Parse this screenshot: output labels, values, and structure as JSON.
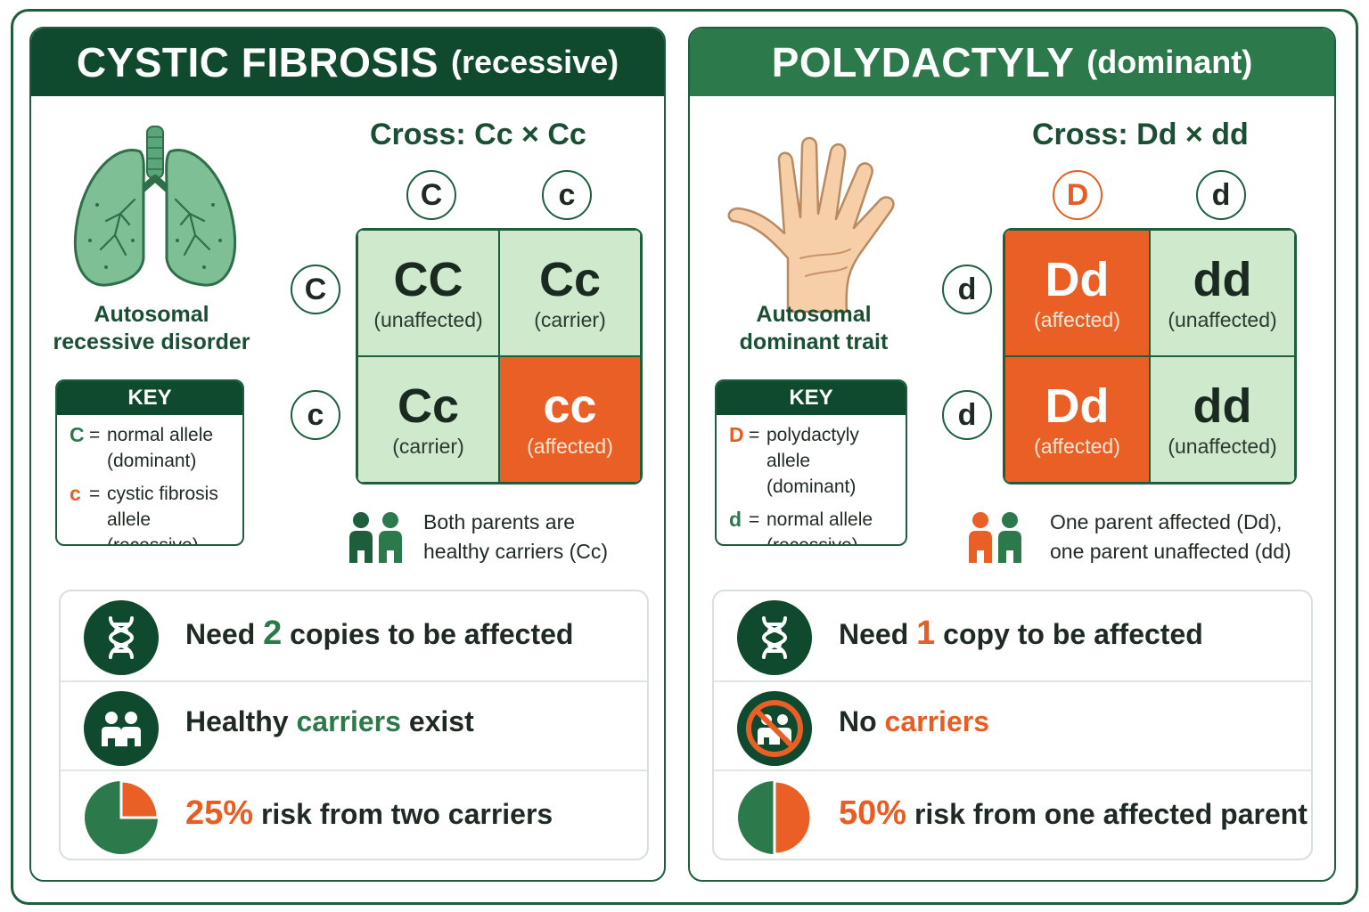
{
  "colors": {
    "dark_green": "#0f4a2e",
    "mid_green": "#2c7a4c",
    "light_green": "#cfe9cd",
    "orange": "#ea5f25"
  },
  "left": {
    "title": "CYSTIC FIBROSIS",
    "subtitle": "(recessive)",
    "caption_line1": "Autosomal",
    "caption_line2": "recessive disorder",
    "key": {
      "heading": "KEY",
      "row1_symbol": "C",
      "row1_line1": "normal allele",
      "row1_line2": "(dominant)",
      "row2_symbol": "c",
      "row2_line1": "cystic fibrosis",
      "row2_line2": "allele (recessive)"
    },
    "cross": "Cross: Cc × Cc",
    "top_alleles": [
      "C",
      "c"
    ],
    "side_alleles": [
      "C",
      "c"
    ],
    "cells": [
      {
        "geno": "CC",
        "pheno": "(unaffected)"
      },
      {
        "geno": "Cc",
        "pheno": "(carrier)"
      },
      {
        "geno": "Cc",
        "pheno": "(carrier)"
      },
      {
        "geno": "cc",
        "pheno": "(affected)"
      }
    ],
    "parents_line1": "Both parents are",
    "parents_line2": "healthy carriers (Cc)",
    "summary": {
      "row1_pre": "Need",
      "row1_num": "2",
      "row1_post": "copies to be affected",
      "row2_pre": "Healthy",
      "row2_hl": "carriers",
      "row2_post": "exist",
      "row3_pct": "25%",
      "row3_post": "risk from two carriers",
      "risk_fraction": 0.25
    }
  },
  "right": {
    "title": "POLYDACTYLY",
    "subtitle": "(dominant)",
    "caption_line1": "Autosomal",
    "caption_line2": "dominant trait",
    "key": {
      "heading": "KEY",
      "row1_symbol": "D",
      "row1_line1": "polydactyly",
      "row1_line2": "allele (dominant)",
      "row2_symbol": "d",
      "row2_line1": "normal allele",
      "row2_line2": "(recessive)"
    },
    "cross": "Cross: Dd × dd",
    "top_alleles": [
      "D",
      "d"
    ],
    "side_alleles": [
      "d",
      "d"
    ],
    "cells": [
      {
        "geno": "Dd",
        "pheno": "(affected)"
      },
      {
        "geno": "dd",
        "pheno": "(unaffected)"
      },
      {
        "geno": "Dd",
        "pheno": "(affected)"
      },
      {
        "geno": "dd",
        "pheno": "(unaffected)"
      }
    ],
    "parents_line1": "One parent affected (Dd),",
    "parents_line2": "one parent unaffected (dd)",
    "summary": {
      "row1_pre": "Need",
      "row1_num": "1",
      "row1_post": "copy to be affected",
      "row2_pre": "No",
      "row2_hl": "carriers",
      "row3_pct": "50%",
      "row3_post": "risk from one affected parent",
      "risk_fraction": 0.5
    }
  },
  "icons": {
    "lungs": "lungs-icon",
    "hand": "hand-icon",
    "dna": "dna-icon",
    "people": "people-icon",
    "no_people": "no-carriers-icon",
    "pie": "pie-chart-icon"
  }
}
